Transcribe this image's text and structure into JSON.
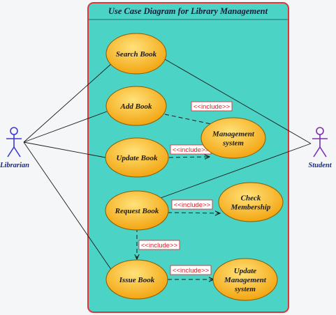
{
  "system_title": "Use Case Diagram for Library Management",
  "actors": {
    "librarian": "Librarian",
    "student": "Student"
  },
  "use_cases": {
    "search_book": [
      "Search Book"
    ],
    "add_book": [
      "Add Book"
    ],
    "update_book": [
      "Update Book"
    ],
    "request_book": [
      "Request Book"
    ],
    "issue_book": [
      "Issue Book"
    ],
    "management_system": [
      "Management",
      "system"
    ],
    "check_membership": [
      "Check",
      "Membership"
    ],
    "update_management_system": [
      "Update",
      "Management",
      "system"
    ]
  },
  "include_label": "<<include>>",
  "colors": {
    "system_fill": "#4bd3c6",
    "system_border": "#e0343c",
    "usecase_fill": "#f9b21b",
    "usecase_stroke": "#8a5a00",
    "actor": "#3a3ad0",
    "include": "#e0202a"
  }
}
